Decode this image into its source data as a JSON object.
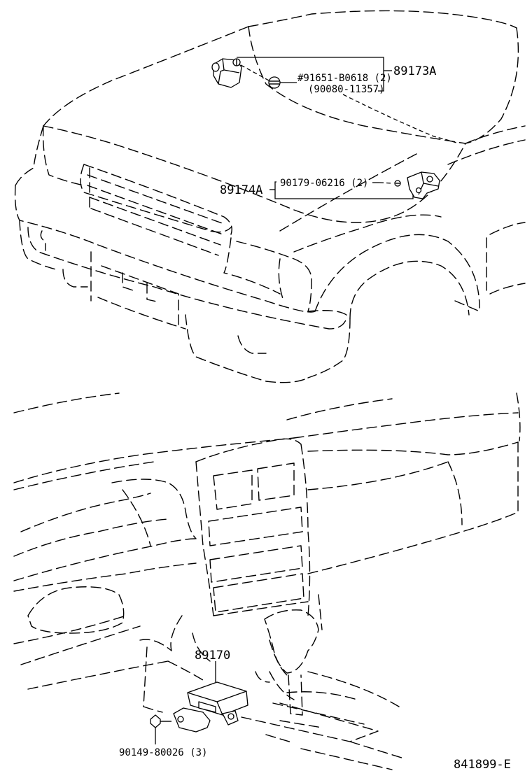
{
  "labels": {
    "part_89173a": "89173A",
    "part_91651": "#91651-B0618 (2)",
    "part_90080": "(90080-11357)",
    "part_89174a": "89174A",
    "part_90179": "90179-06216 (2)",
    "part_89170": "89170",
    "part_90149": "90149-80026 (3)",
    "diagram_code": "841899-E"
  }
}
